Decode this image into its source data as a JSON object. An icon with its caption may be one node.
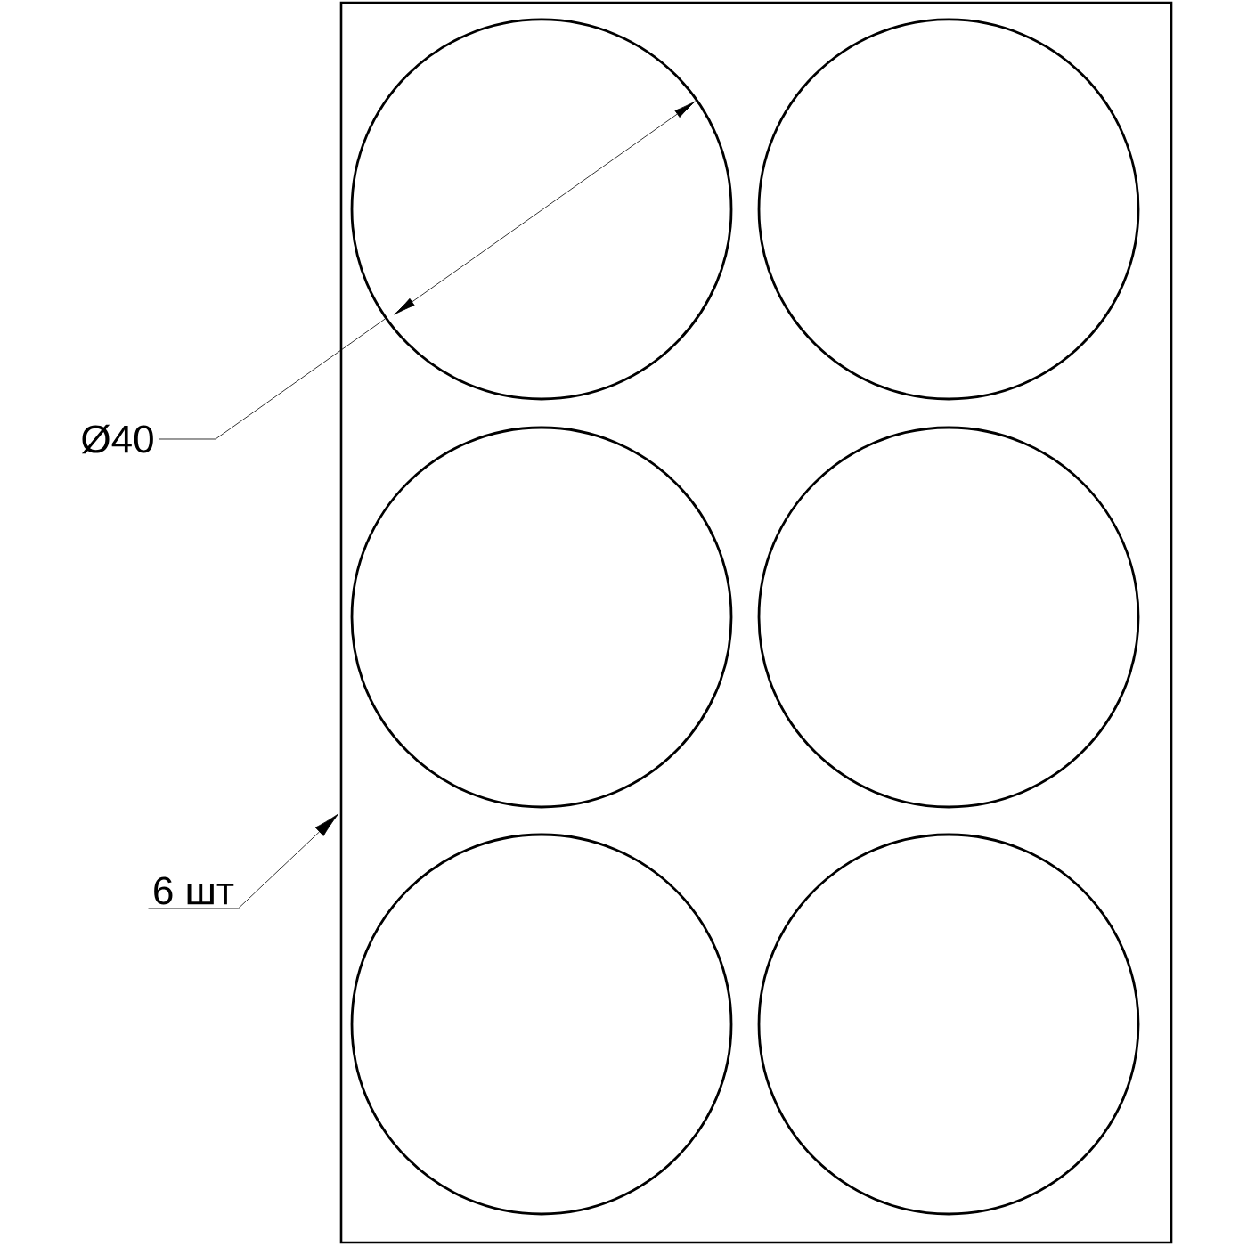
{
  "diagram": {
    "nodes": [
      {
        "text": [],
        "shape": "box"
      },
      {
        "text": [],
        "shape": "circle",
        "in": 0
      },
      {
        "text": [],
        "shape": "circle",
        "in": 0
      },
      {
        "text": [],
        "shape": "circle",
        "in": 0
      },
      {
        "text": [],
        "shape": "circle",
        "in": 0
      },
      {
        "text": [],
        "shape": "circle",
        "in": 0
      },
      {
        "text": [],
        "shape": "circle",
        "in": 0
      },
      {
        "text": [
          "6 шт"
        ]
      },
      {
        "text": [
          "Ø40"
        ]
      }
    ],
    "edges": [
      {
        "from": 7,
        "to": 0,
        "arrow": "to"
      },
      {
        "from": 8,
        "to": 1,
        "arrow": "none"
      }
    ]
  }
}
